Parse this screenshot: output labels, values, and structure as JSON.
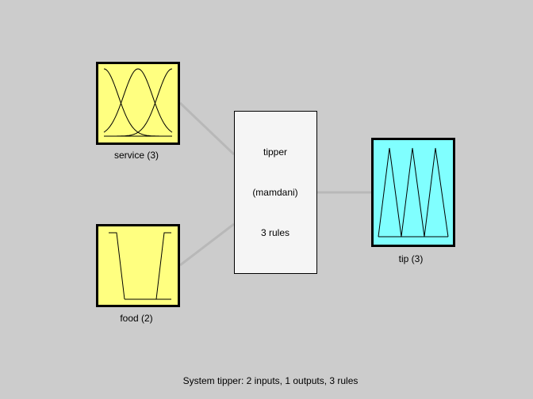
{
  "inputs": [
    {
      "name": "service",
      "label": "service (3)",
      "mf_count": 3,
      "mf_type": "gaussian"
    },
    {
      "name": "food",
      "label": "food (2)",
      "mf_count": 2,
      "mf_type": "trapezoid"
    }
  ],
  "system": {
    "name": "tipper",
    "type": "(mamdani)",
    "rules": "3 rules"
  },
  "outputs": [
    {
      "name": "tip",
      "label": "tip (3)",
      "mf_count": 3,
      "mf_type": "triangle"
    }
  ],
  "status": "System tipper: 2 inputs, 1 outputs, 3 rules",
  "colors": {
    "input": "#ffff80",
    "output": "#80ffff",
    "system": "#f5f5f5",
    "connector": "#b8b8b8",
    "background": "#cccccc"
  }
}
